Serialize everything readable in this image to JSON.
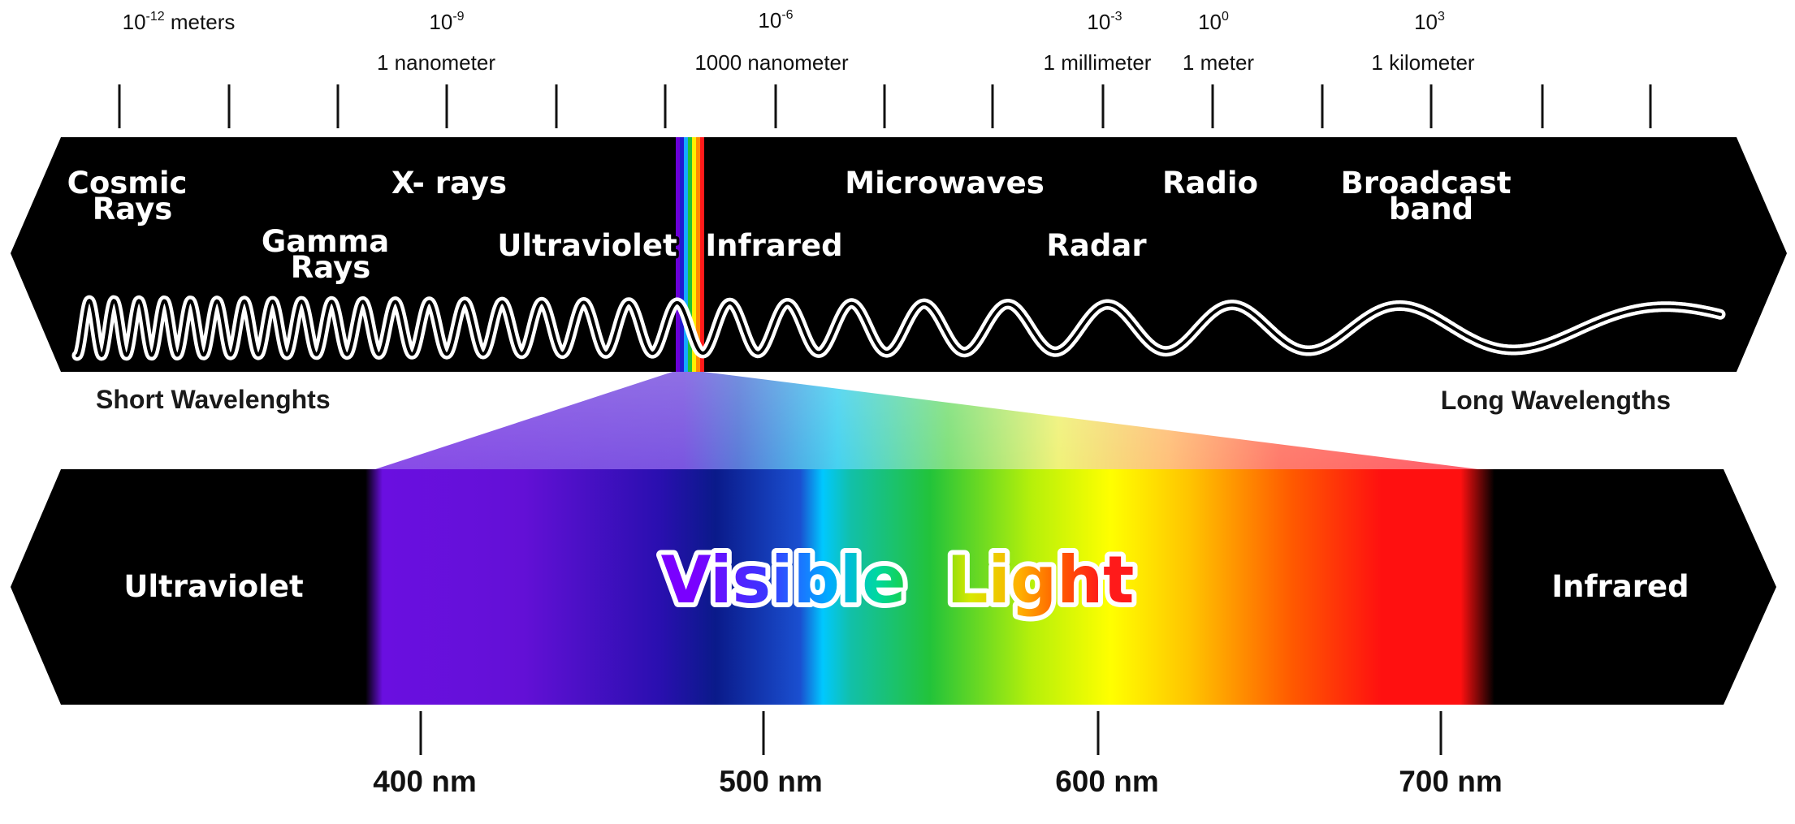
{
  "wavelength_scale": {
    "markers": [
      {
        "base": "10",
        "exp": "-12",
        "suffix": " meters",
        "name": ""
      },
      {
        "base": "10",
        "exp": "-9",
        "suffix": "",
        "name": "1 nanometer"
      },
      {
        "base": "10",
        "exp": "-6",
        "suffix": "",
        "name": "1000 nanometer"
      },
      {
        "base": "10",
        "exp": "-3",
        "suffix": "",
        "name": "1 millimeter"
      },
      {
        "base": "10",
        "exp": "0",
        "suffix": "",
        "name": "1 meter"
      },
      {
        "base": "10",
        "exp": "3",
        "suffix": "",
        "name": "1 kilometer"
      }
    ]
  },
  "spectrum_bands": [
    {
      "id": "cosmic",
      "lines": [
        "Cosmic",
        "Rays"
      ]
    },
    {
      "id": "gamma",
      "lines": [
        "Gamma",
        "Rays"
      ]
    },
    {
      "id": "xray",
      "lines": [
        "X- rays"
      ]
    },
    {
      "id": "ultraviolet",
      "lines": [
        "Ultraviolet"
      ]
    },
    {
      "id": "infrared",
      "lines": [
        "Infrared"
      ]
    },
    {
      "id": "microwaves",
      "lines": [
        "Microwaves"
      ]
    },
    {
      "id": "radar",
      "lines": [
        "Radar"
      ]
    },
    {
      "id": "radio",
      "lines": [
        "Radio"
      ]
    },
    {
      "id": "broadcast",
      "lines": [
        "Broadcast",
        "band"
      ]
    }
  ],
  "wavelength_labels": {
    "short": "Short Wavelenghts",
    "long": "Long Wavelengths"
  },
  "visible_band": {
    "left_label": "Ultraviolet",
    "right_label": "Infrared",
    "title_word1": "Visible",
    "title_word2": "Light",
    "nm_markers": [
      "400 nm",
      "500 nm",
      "600 nm",
      "700 nm"
    ]
  },
  "colors": {
    "band_background": "#000000",
    "label_fill": "#ffffff",
    "violet": "#6a0fe0",
    "blue": "#1a0fa0",
    "cyan": "#00c8ff",
    "green": "#22c33a",
    "yellow": "#ffff00",
    "orange": "#ff8a00",
    "red": "#ff1010"
  }
}
